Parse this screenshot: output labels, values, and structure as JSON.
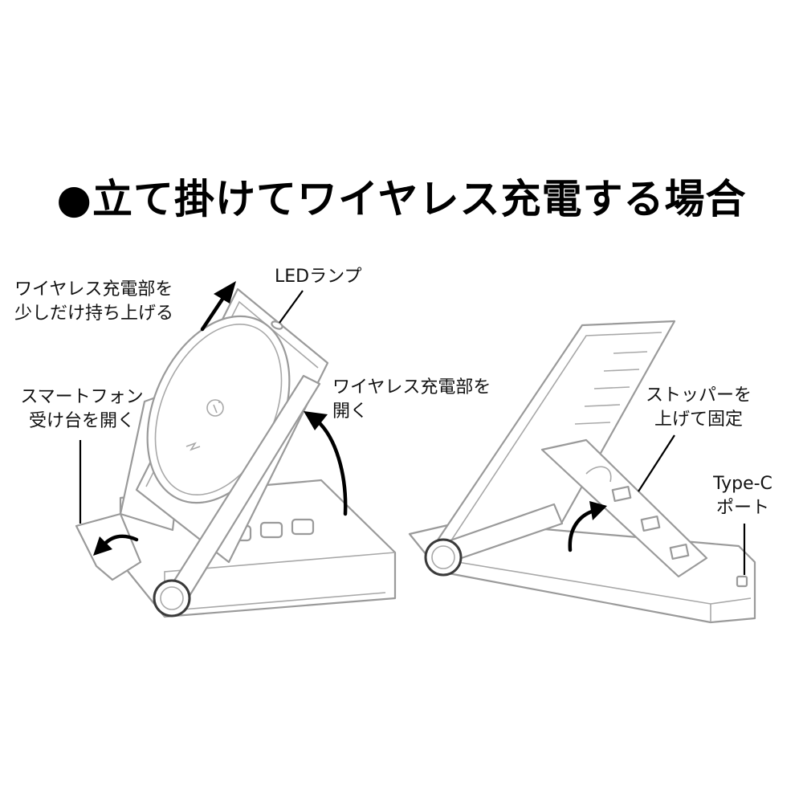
{
  "title": "●立て掛けてワイヤレス充電する場合",
  "labels": {
    "lift_line1": "ワイヤレス充電部を",
    "lift_line2": "少しだけ持ち上げる",
    "led_lamp": "LEDランプ",
    "phone_stand_line1": "スマートフォン",
    "phone_stand_line2": "受け台を開く",
    "open_line1": "ワイヤレス充電部を",
    "open_line2": "開く",
    "stopper_line1": "ストッパーを",
    "stopper_line2": "上げて固定",
    "port_line1": "Type-C",
    "port_line2": "ポート"
  },
  "colors": {
    "device_outline": "#9a9a9a",
    "arrow": "#000000"
  },
  "icons": [
    "qi-logo-icon",
    "lightning-bolt-icon"
  ]
}
